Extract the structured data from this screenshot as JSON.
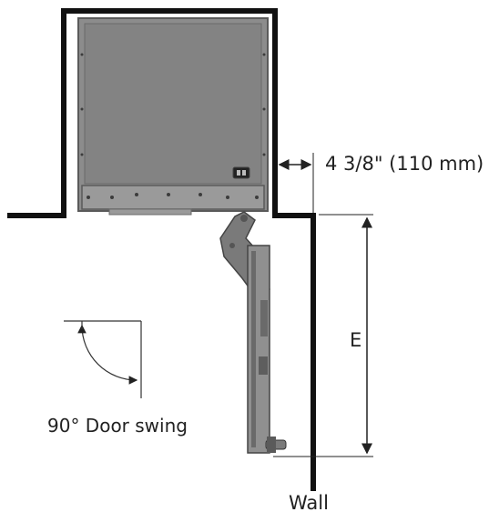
{
  "labels": {
    "clearance": "4 3/8\" (110 mm)",
    "dimension_e": "E",
    "door_swing": "90° Door swing",
    "wall": "Wall"
  },
  "colors": {
    "outline": "#111111",
    "cabinet_fill": "#8c8c8c",
    "cabinet_edge": "#5a5a5a",
    "hardware": "#6e6e6e",
    "dimension_line": "#222222"
  }
}
